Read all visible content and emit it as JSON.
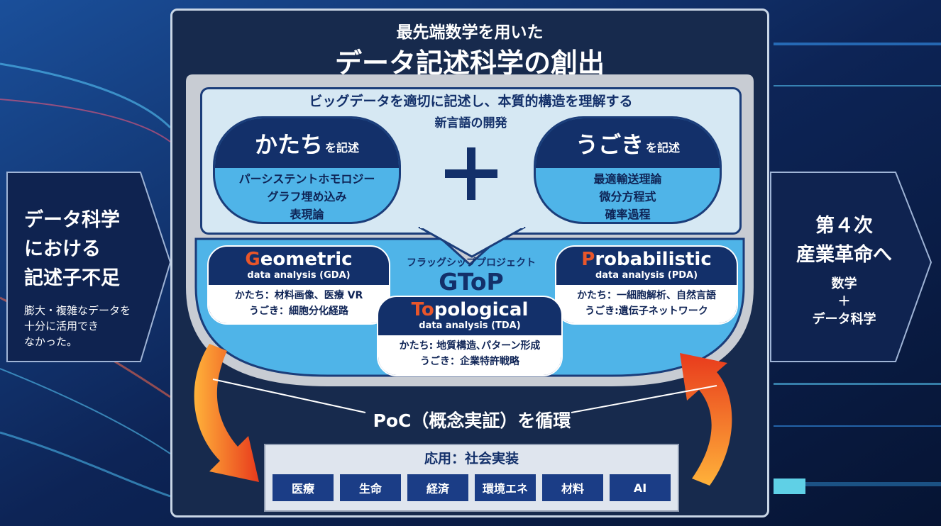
{
  "header": {
    "line1": "最先端数学を用いた",
    "line2": "データ記述科学の創出"
  },
  "left_arrow": {
    "title_lines": [
      "データ科学",
      "における",
      "記述子不足"
    ],
    "sub_lines": [
      "膨大・複雑なデータを",
      "十分に活用でき",
      "なかった。"
    ]
  },
  "right_arrow": {
    "title_lines": [
      "第４次",
      "産業革命へ"
    ],
    "sub_lines": [
      "数学",
      "＋",
      "データ科学"
    ]
  },
  "upper": {
    "line1": "ビッグデータを適切に記述し、本質的構造を理解する",
    "line2": "新言語の開発",
    "left_pill": {
      "big": "かたち",
      "small": "を記述",
      "items": [
        "パーシステントホモロジー",
        "グラフ埋め込み",
        "表現論"
      ]
    },
    "right_pill": {
      "big": "うごき",
      "small": "を記述",
      "items": [
        "最適輸送理論",
        "微分方程式",
        "確率過程"
      ]
    }
  },
  "flagship": {
    "label": "フラッグシッププロジェクト",
    "name": "GToP",
    "gda": {
      "first": "G",
      "rest": "eometric",
      "sub": "data analysis (GDA)",
      "lines": [
        "かたち：材料画像、医療 VR",
        "うごき：細胞分化経路"
      ]
    },
    "tda": {
      "first": "To",
      "rest": "pological",
      "sub": "data analysis (TDA)",
      "lines": [
        "かたち: 地質構造､パターン形成",
        "うごき：企業特許戦略"
      ]
    },
    "pda": {
      "first": "P",
      "rest": "robabilistic",
      "sub": "data analysis (PDA)",
      "lines": [
        "かたち：一細胞解析、自然言語",
        "うごき:遺伝子ネットワーク"
      ]
    }
  },
  "poc": "PoC（概念実証）を循環",
  "application": {
    "title": "応用：社会実装",
    "tags": [
      "医療",
      "生命",
      "経済",
      "環境エネ",
      "材料",
      "AI"
    ]
  },
  "colors": {
    "navy": "#13306a",
    "sky": "#4fb4e8",
    "accent": "#e9562a"
  }
}
